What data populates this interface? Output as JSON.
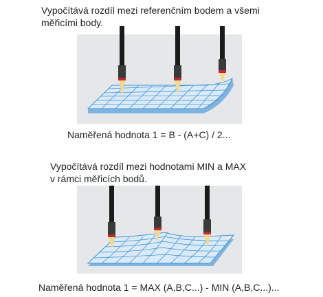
{
  "section1": {
    "description_line1": "Vypočítává rozdíl mezi referenčním bodem a všemi",
    "description_line2": "měřicími body.",
    "formula": "Naměřená hodnota 1 = B - (A+C) / 2..."
  },
  "section2": {
    "description_line1": "Vypočítává rozdíl mezi hodnotami MIN a MAX",
    "description_line2": "v rámci měřicích bodů.",
    "formula": "Naměřená hodnota 1 = MAX (A,B,C...) - MIN (A,B,C...)..."
  },
  "colors": {
    "panel_gray": "#e6e7e8",
    "surface_light": "#dbeaf8",
    "surface_edge": "#7fb3e0",
    "grid_blue": "#3f97d8",
    "probe_black": "#1b1b1b",
    "probe_tip": "#f6d88a",
    "probe_band": "#c1272d"
  },
  "icons": [
    "probe-icon",
    "gauge-surface-icon"
  ]
}
